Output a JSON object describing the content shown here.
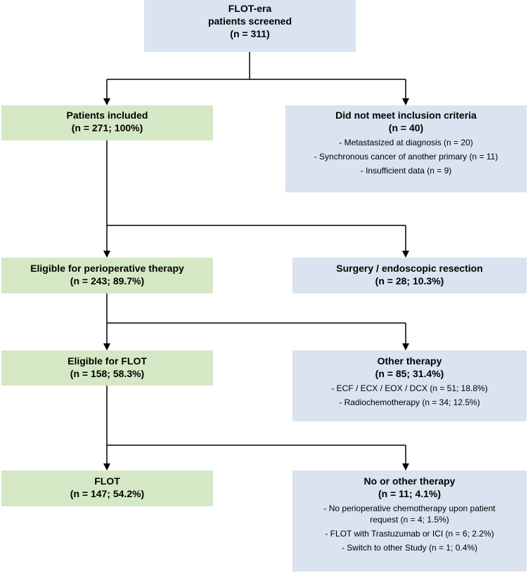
{
  "screened": {
    "lines": [
      "FLOT-era",
      "patients screened",
      "(n = 311)"
    ]
  },
  "included": {
    "lines": [
      "Patients included",
      "(n = 271; 100%)"
    ]
  },
  "excluded": {
    "lines": [
      "Did not meet inclusion criteria",
      "(n = 40)"
    ],
    "details": [
      "- Metastasized at diagnosis (n = 20)",
      "- Synchronous cancer of another primary (n = 11)",
      "- Insufficient data (n = 9)"
    ]
  },
  "periop": {
    "lines": [
      "Eligible for perioperative therapy",
      "(n = 243; 89.7%)"
    ]
  },
  "surgery": {
    "lines": [
      "Surgery / endoscopic resection",
      "(n = 28; 10.3%)"
    ]
  },
  "flot_eligible": {
    "lines": [
      "Eligible for FLOT",
      "(n = 158; 58.3%)"
    ]
  },
  "other_therapy": {
    "lines": [
      "Other therapy",
      "(n = 85; 31.4%)"
    ],
    "details": [
      "- ECF / ECX / EOX / DCX (n = 51; 18.8%)",
      "- Radiochemotherapy (n = 34; 12.5%)"
    ]
  },
  "flot": {
    "lines": [
      "FLOT",
      "(n = 147; 54.2%)"
    ]
  },
  "no_other": {
    "lines": [
      "No or other therapy",
      "(n = 11; 4.1%)"
    ],
    "details": [
      "- No perioperative chemotherapy upon patient",
      "request (n = 4; 1.5%)",
      "- FLOT with Trastuzumab or ICI (n = 6; 2.2%)",
      "- Switch to other Study (n = 1; 0.4%)"
    ]
  }
}
